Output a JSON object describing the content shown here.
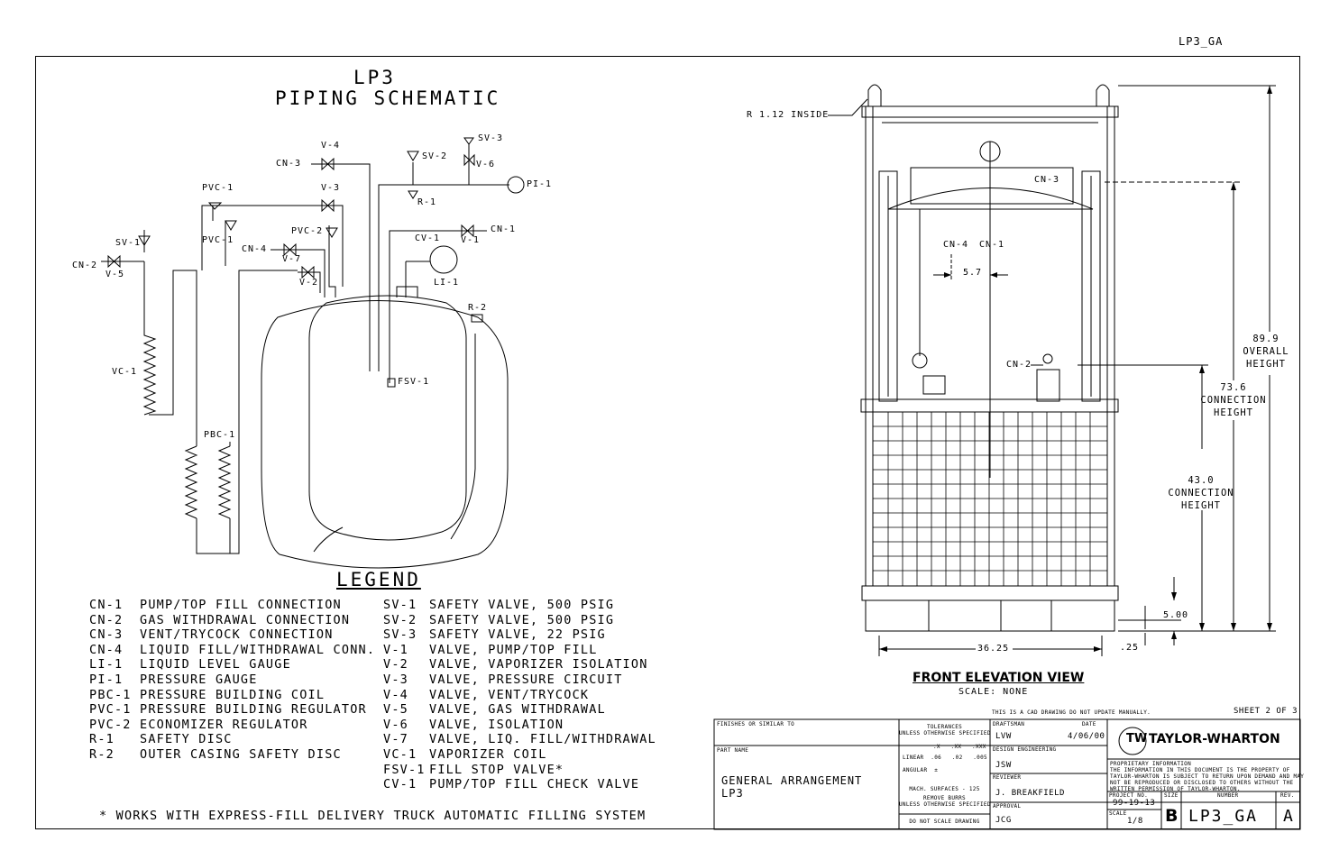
{
  "drawing_code_top": "LP3_GA",
  "schematic": {
    "title_line1": "LP3",
    "title_line2": "PIPING SCHEMATIC",
    "labels": {
      "sv3": "SV-3",
      "v4": "V-4",
      "cn3": "CN-3",
      "sv2": "SV-2",
      "v6": "V-6",
      "pi1": "PI-1",
      "pvc1_top": "PVC-1",
      "v3": "V-3",
      "r1": "R-1",
      "pvc2": "PVC-2",
      "cv1": "CV-1",
      "v1": "V-1",
      "cn1": "CN-1",
      "sv1": "SV-1",
      "pvc1_mid": "PVC-1",
      "cn4": "CN-4",
      "v7": "V-7",
      "cn2": "CN-2",
      "v5": "V-5",
      "v2": "V-2",
      "li1": "LI-1",
      "r2": "R-2",
      "vc1": "VC-1",
      "fsv1": "FSV-1",
      "pbc1": "PBC-1"
    }
  },
  "legend": {
    "title": "LEGEND",
    "left": [
      {
        "code": "CN-1",
        "desc": "PUMP/TOP FILL CONNECTION"
      },
      {
        "code": "CN-2",
        "desc": "GAS WITHDRAWAL CONNECTION"
      },
      {
        "code": "CN-3",
        "desc": "VENT/TRYCOCK CONNECTION"
      },
      {
        "code": "CN-4",
        "desc": "LIQUID FILL/WITHDRAWAL CONN."
      },
      {
        "code": "LI-1",
        "desc": "LIQUID LEVEL GAUGE"
      },
      {
        "code": "PI-1",
        "desc": "PRESSURE GAUGE"
      },
      {
        "code": "PBC-1",
        "desc": "PRESSURE BUILDING COIL"
      },
      {
        "code": "PVC-1",
        "desc": "PRESSURE BUILDING REGULATOR"
      },
      {
        "code": "PVC-2",
        "desc": "ECONOMIZER REGULATOR"
      },
      {
        "code": "R-1",
        "desc": "SAFETY DISC"
      },
      {
        "code": "R-2",
        "desc": "OUTER CASING SAFETY DISC"
      }
    ],
    "right": [
      {
        "code": "SV-1",
        "desc": "SAFETY VALVE, 500 PSIG"
      },
      {
        "code": "SV-2",
        "desc": "SAFETY VALVE, 500 PSIG"
      },
      {
        "code": "SV-3",
        "desc": "SAFETY VALVE, 22 PSIG"
      },
      {
        "code": "V-1",
        "desc": "VALVE, PUMP/TOP FILL"
      },
      {
        "code": "V-2",
        "desc": "VALVE, VAPORIZER ISOLATION"
      },
      {
        "code": "V-3",
        "desc": "VALVE, PRESSURE CIRCUIT"
      },
      {
        "code": "V-4",
        "desc": "VALVE, VENT/TRYCOCK"
      },
      {
        "code": "V-5",
        "desc": "VALVE, GAS WITHDRAWAL"
      },
      {
        "code": "V-6",
        "desc": "VALVE, ISOLATION"
      },
      {
        "code": "V-7",
        "desc": "VALVE, LIQ. FILL/WITHDRAWAL"
      },
      {
        "code": "VC-1",
        "desc": "VAPORIZER COIL"
      },
      {
        "code": "FSV-1",
        "desc": "FILL STOP VALVE*"
      },
      {
        "code": "CV-1",
        "desc": "PUMP/TOP FILL CHECK VALVE"
      }
    ],
    "footnote": "* WORKS WITH EXPRESS-FILL DELIVERY TRUCK AUTOMATIC FILLING SYSTEM"
  },
  "elevation": {
    "radius_note": "R 1.12 INSIDE",
    "cn3": "CN-3",
    "cn4": "CN-4",
    "cn1": "CN-1",
    "cn2": "CN-2",
    "dim_57": "5.7",
    "overall_val": "89.9",
    "overall_l1": "OVERALL",
    "overall_l2": "HEIGHT",
    "conn1_val": "73.6",
    "conn1_l1": "CONNECTION",
    "conn1_l2": "HEIGHT",
    "conn2_val": "43.0",
    "conn2_l1": "CONNECTION",
    "conn2_l2": "HEIGHT",
    "dim_500": "5.00",
    "dim_025": ".25",
    "dim_width": "36.25",
    "view_title": "FRONT ELEVATION VIEW",
    "scale": "SCALE: NONE"
  },
  "title_block": {
    "cad_note": "THIS IS A CAD DRAWING DO NOT UPDATE MANUALLY.",
    "sheet": "SHEET 2 OF 3",
    "finishes": "FINISHES OR SIMILAR TO",
    "part_name_label": "PART NAME",
    "part_name_l1": "GENERAL ARRANGEMENT",
    "part_name_l2": "LP3",
    "tol_title1": "TOLERANCES",
    "tol_title2": "UNLESS OTHERWISE SPECIFIED",
    "tol_cols": ".X   .XX   .XXX",
    "tol_linear": "LINEAR  .06   .02   .005",
    "tol_angular": "ANGULAR  ±",
    "mach1": "MACH. SURFACES - 125",
    "remove1": "REMOVE BURRS",
    "remove2": "UNLESS OTHERWISE SPECIFIED",
    "no_scale": "DO NOT SCALE DRAWING",
    "draftsman_label": "DRAFTSMAN",
    "date_label": "DATE",
    "draftsman": "LVW",
    "date": "4/06/00",
    "design_label": "DESIGN ENGINEERING",
    "design": "JSW",
    "reviewer_label": "REVIEWER",
    "reviewer": "J. BREAKFIELD",
    "approval_label": "APPROVAL",
    "approval": "JCG",
    "company": "TAYLOR-WHARTON",
    "prop1": "PROPRIETARY INFORMATION",
    "prop2": "THE INFORMATION IN THIS DOCUMENT IS THE PROPERTY OF",
    "prop3": "TAYLOR-WHARTON IS SUBJECT TO RETURN UPON DEMAND AND MAY",
    "prop4": "NOT BE REPRODUCED OR DISCLOSED TO OTHERS WITHOUT THE",
    "prop5": "WRITTEN PERMISSION OF TAYLOR-WHARTON.",
    "project_label": "PROJECT NO.",
    "project": "99-19-13",
    "size_label": "SIZE",
    "size": "B",
    "number_label": "NUMBER",
    "number": "LP3_GA",
    "rev_label": "REV.",
    "rev": "A",
    "scale_label": "SCALE",
    "scale": "1/8"
  }
}
